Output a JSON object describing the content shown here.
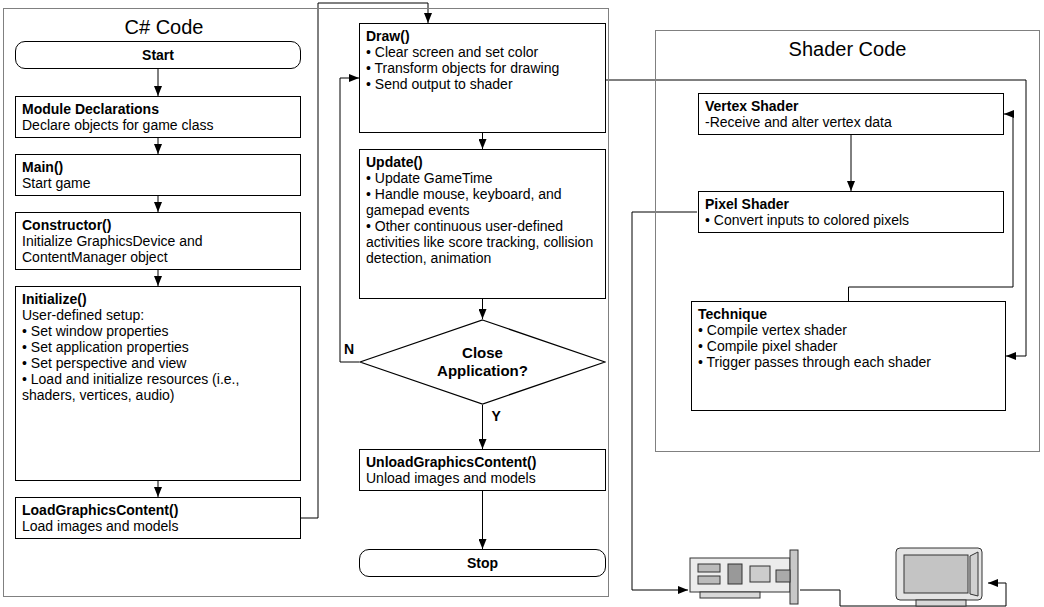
{
  "diagram": {
    "nodes": [
      {
        "text": [
          "C# Code"
        ]
      },
      {
        "text": [
          "Start"
        ],
        "in": 0
      },
      {
        "text": [
          "Module Declarations",
          "Declare objects for game class"
        ],
        "in": 0
      },
      {
        "text": [
          "Main()",
          "Start game"
        ],
        "in": 0
      },
      {
        "text": [
          "Constructor()",
          "Initialize GraphicsDevice and ContentManager object"
        ],
        "in": 0
      },
      {
        "text": [
          "Initialize()",
          "User-defined setup:",
          "• Set window properties",
          "• Set application properties",
          "• Set perspective and view",
          "• Load and initialize resources (i.e., shaders, vertices, audio)"
        ],
        "in": 0
      },
      {
        "text": [
          "LoadGraphicsContent()",
          "Load images and models"
        ],
        "in": 0
      },
      {
        "text": [
          "Draw()",
          "• Clear screen and set color",
          "• Transform objects for drawing",
          "• Send output to shader"
        ],
        "in": 0
      },
      {
        "text": [
          "Update()",
          "• Update GameTime",
          "• Handle mouse, keyboard, and gamepad events",
          "• Other continuous user-defined activities like score tracking, collision detection, animation"
        ],
        "in": 0
      },
      {
        "text": [
          "Close Application?"
        ],
        "in": 0
      },
      {
        "text": [
          "UnloadGraphicsContent()",
          "Unload images and models"
        ],
        "in": 0
      },
      {
        "text": [
          "Stop"
        ],
        "in": 0
      },
      {
        "text": [
          "Shader Code"
        ]
      },
      {
        "text": [
          "Vertex Shader",
          "-Receive and alter vertex data"
        ],
        "in": 12
      },
      {
        "text": [
          "Pixel Shader",
          "• Convert inputs to colored pixels"
        ],
        "in": 12
      },
      {
        "text": [
          "Technique",
          "• Compile vertex shader",
          "• Compile pixel shader",
          "• Trigger passes through each shader"
        ],
        "in": 12
      }
    ],
    "edges": [
      {
        "from": 1,
        "to": 2,
        "arrow": "to"
      },
      {
        "from": 2,
        "to": 3,
        "arrow": "to"
      },
      {
        "from": 3,
        "to": 4,
        "arrow": "to"
      },
      {
        "from": 4,
        "to": 5,
        "arrow": "to"
      },
      {
        "from": 5,
        "to": 6,
        "arrow": "to"
      },
      {
        "from": 6,
        "to": 7,
        "arrow": "to"
      },
      {
        "from": 7,
        "to": 8,
        "arrow": "to"
      },
      {
        "from": 8,
        "to": 9,
        "arrow": "to"
      },
      {
        "from": 9,
        "to": 7,
        "label": "N",
        "arrow": "to"
      },
      {
        "from": 9,
        "to": 10,
        "label": "Y",
        "arrow": "to"
      },
      {
        "from": 10,
        "to": 11,
        "arrow": "to"
      },
      {
        "from": 7,
        "to": 15,
        "arrow": "to"
      },
      {
        "from": 15,
        "to": 13,
        "arrow": "to"
      },
      {
        "from": 13,
        "to": 14,
        "arrow": "to"
      }
    ]
  }
}
